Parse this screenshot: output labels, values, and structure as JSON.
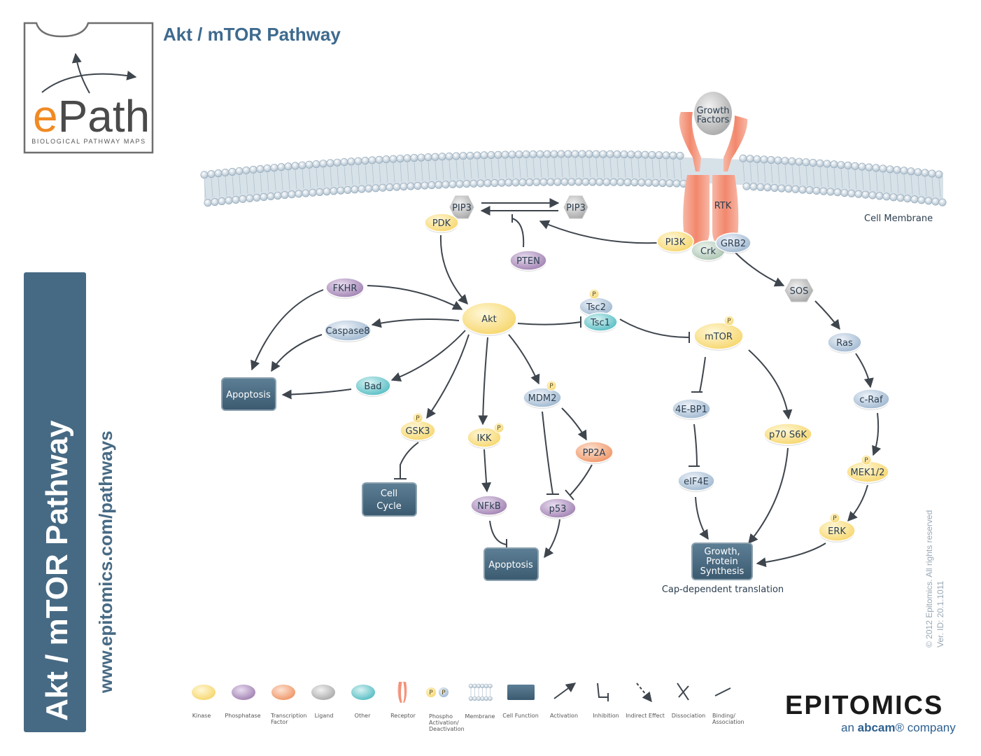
{
  "header": {
    "title": "Akt / mTOR Pathway"
  },
  "logo": {
    "text": "ePath",
    "tagline": "BIOLOGICAL PATHWAY MAPS"
  },
  "side_banner": {
    "title": "Akt / mTOR Pathway",
    "url": "www.epitomics.com/pathways"
  },
  "labels": {
    "cell_membrane": "Cell Membrane",
    "cap_dependent": "Cap-dependent translation",
    "copyright": "© 2012 Epitomics. All rights reserved",
    "version": "Ver. ID: 20.1.1011",
    "p": "P"
  },
  "nodes": {
    "growth_factors_1": "Growth",
    "growth_factors_2": "Factors",
    "rtk": "RTK",
    "pip3_left": "PIP3",
    "pip3_right": "PIP3",
    "pdk": "PDK",
    "pten": "PTEN",
    "pi3k": "PI3K",
    "crk": "Crk",
    "grb2": "GRB2",
    "sos": "SOS",
    "fkhr": "FKHR",
    "akt": "Akt",
    "caspase8": "Caspase8",
    "tsc2": "Tsc2",
    "tsc1": "Tsc1",
    "mtor": "mTOR",
    "ras": "Ras",
    "apoptosis_left": "Apoptosis",
    "bad": "Bad",
    "mdm2": "MDM2",
    "gsk3": "GSK3",
    "ikk": "IKK",
    "pp2a": "PP2A",
    "ebp1": "4E-BP1",
    "p70s6k": "p70 S6K",
    "craf": "c-Raf",
    "cell_cycle_1": "Cell",
    "cell_cycle_2": "Cycle",
    "nfkb": "NFkB",
    "p53": "p53",
    "eif4e": "eIF4E",
    "mek": "MEK1/2",
    "erk": "ERK",
    "apoptosis_bottom": "Apoptosis",
    "growth_1": "Growth,",
    "growth_2": "Protein",
    "growth_3": "Synthesis"
  },
  "legend": {
    "kinase": "Kinase",
    "phosphatase": "Phosphatase",
    "tf_1": "Transcription",
    "tf_2": "Factor",
    "ligand": "Ligand",
    "other": "Other",
    "receptor": "Receptor",
    "phospho_1": "Phospho",
    "phospho_2": "Activation/",
    "phospho_3": "Deactivation",
    "membrane": "Membrane",
    "cell_function": "Cell Function",
    "activation": "Activation",
    "inhibition": "Inhibition",
    "indirect": "Indirect Effect",
    "dissociation": "Dissociation",
    "binding_1": "Binding/",
    "binding_2": "Association"
  },
  "brand": {
    "name": "EPITOMICS",
    "sub_1": "an ",
    "sub_2": "abcam",
    "sub_3": "® company"
  },
  "colors": {
    "kinase": "#fbe48f",
    "phosphatase": "#b89ac4",
    "tf": "#f4a880",
    "ligand": "#c8c8c8",
    "other": "#7fcfd3",
    "receptor": "#f39a84",
    "cell_function": "#45677f",
    "other_blue": "#b9cde0",
    "banner": "#476a84",
    "title": "#3e6a8e",
    "orange": "#f08a24"
  }
}
